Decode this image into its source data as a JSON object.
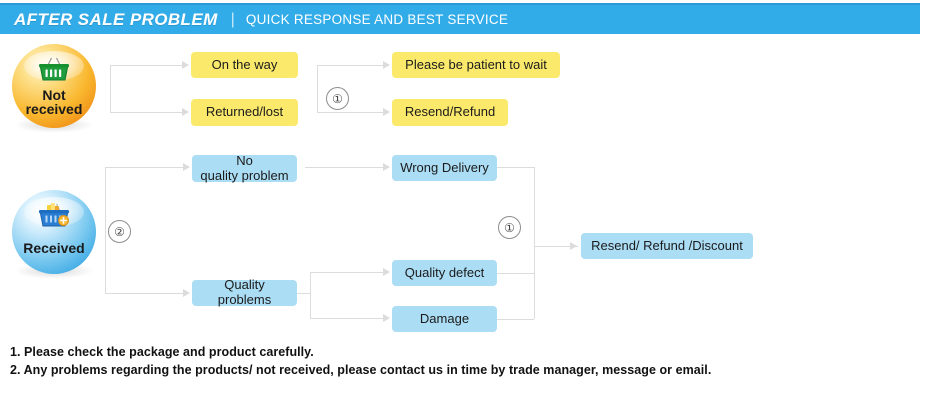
{
  "header": {
    "title": "AFTER SALE PROBLEM",
    "separator": "|",
    "subtitle": "QUICK RESPONSE AND BEST SERVICE",
    "bar_color": "#32ace9",
    "text_color": "#ffffff"
  },
  "colors": {
    "yellow_box": "#fbe96b",
    "blue_box": "#abddf5",
    "connector": "#dcdcdc",
    "orange_bubble": "#f9b72e",
    "blue_bubble": "#3aa8e4"
  },
  "flow1": {
    "source": {
      "label_line1": "Not",
      "label_line2": "received",
      "icon": "shopping-basket-icon"
    },
    "stage1": [
      {
        "label": "On the way",
        "style": "yellow"
      },
      {
        "label": "Returned/lost",
        "style": "yellow"
      }
    ],
    "marker": "①",
    "stage2": [
      {
        "label": "Please be patient to wait",
        "style": "yellow"
      },
      {
        "label": "Resend/Refund",
        "style": "yellow"
      }
    ]
  },
  "flow2": {
    "source": {
      "label": "Received",
      "icon": "shopping-basket-icon"
    },
    "marker_branch": "②",
    "stage1": [
      {
        "label": "No\nquality problem",
        "style": "blue"
      },
      {
        "label": "Quality problems",
        "style": "blue"
      }
    ],
    "stage2": [
      {
        "label": "Wrong Delivery",
        "style": "blue"
      },
      {
        "label": "Quality defect",
        "style": "blue"
      },
      {
        "label": "Damage",
        "style": "blue"
      }
    ],
    "marker_merge": "①",
    "stage3": {
      "label": "Resend/ Refund /Discount",
      "style": "blue"
    }
  },
  "notes": [
    "1. Please check the package and product carefully.",
    "2. Any problems regarding the products/ not received, please contact us in time by trade manager, message or email."
  ]
}
